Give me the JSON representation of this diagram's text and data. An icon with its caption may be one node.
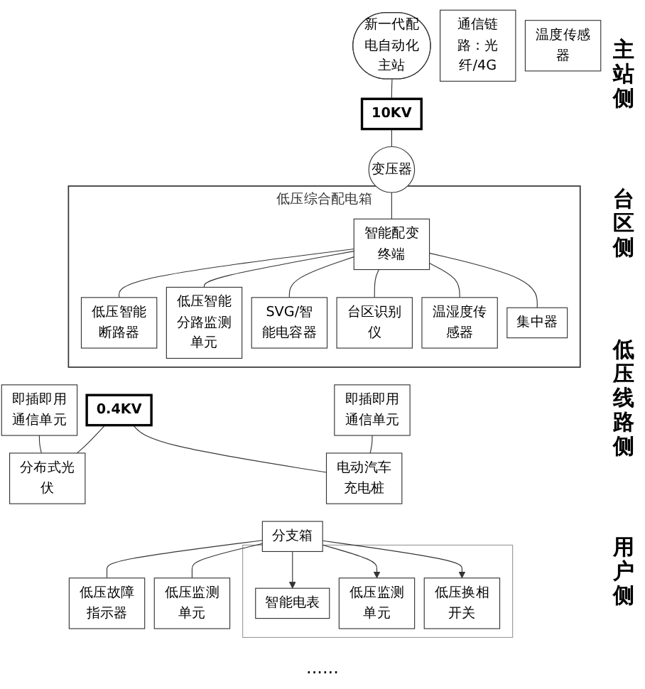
{
  "diagram": {
    "nodes": [
      {
        "text": [
          "新一代配电自动化主站"
        ]
      },
      {
        "text": [
          "通信链路：光纤/4G"
        ]
      },
      {
        "text": [
          "10KV"
        ]
      },
      {
        "text": [
          "变压器"
        ]
      },
      {
        "text": [
          "温度传感器"
        ]
      },
      {
        "text": [
          "低压综合配电箱"
        ]
      },
      {
        "text": [
          "低压智能断路器"
        ],
        "in": 5
      },
      {
        "text": [
          "低压智能分路监测单元"
        ],
        "in": 5
      },
      {
        "text": [
          "智能配变终端"
        ],
        "in": 5
      },
      {
        "text": [
          "SVG/智能电容器"
        ],
        "in": 5
      },
      {
        "text": [
          "台区识别仪"
        ],
        "in": 5
      },
      {
        "text": [
          "温湿度传感器"
        ],
        "in": 5
      },
      {
        "text": [
          "集中器"
        ],
        "in": 5
      },
      {
        "text": [
          "0.4KV"
        ]
      },
      {
        "text": [
          "分支箱"
        ]
      },
      {
        "text": [
          "低压故障指示器"
        ]
      },
      {
        "text": [
          "低压监测单元"
        ]
      },
      {
        "text": [
          "即插即用通信单元"
        ]
      },
      {
        "text": [
          "即插即用通信单元"
        ]
      },
      {
        "text": [
          "电动汽车充电桩"
        ]
      },
      {
        "text": [],
        "shape": "box"
      },
      {
        "text": [
          "智能电表"
        ],
        "in": 20
      },
      {
        "text": [
          "低压监测单元"
        ],
        "in": 20
      },
      {
        "text": [
          "低压换相开关"
        ],
        "in": 20
      },
      {
        "text": [
          "分布式光伏"
        ]
      }
    ],
    "edges": [
      {
        "from": 0,
        "to": 2,
        "arrow": "none"
      },
      {
        "from": 2,
        "to": 3,
        "arrow": "none"
      },
      {
        "from": 3,
        "to": 8,
        "arrow": "none"
      },
      {
        "from": 8,
        "to": 6,
        "arrow": "none"
      },
      {
        "from": 8,
        "to": 7,
        "arrow": "none"
      },
      {
        "from": 8,
        "to": 9,
        "arrow": "none"
      },
      {
        "from": 8,
        "to": 10,
        "arrow": "none"
      },
      {
        "from": 8,
        "to": 11,
        "arrow": "none"
      },
      {
        "from": 8,
        "to": 12,
        "arrow": "none"
      },
      {
        "from": 13,
        "to": 24,
        "arrow": "none"
      },
      {
        "from": 17,
        "to": 24,
        "arrow": "none"
      },
      {
        "from": 13,
        "to": 19,
        "arrow": "none"
      },
      {
        "from": 18,
        "to": 19,
        "arrow": "none"
      },
      {
        "from": 14,
        "to": 15,
        "arrow": "none"
      },
      {
        "from": 14,
        "to": 16,
        "arrow": "none"
      },
      {
        "from": 14,
        "to": 21,
        "arrow": "to"
      },
      {
        "from": 14,
        "to": 22,
        "arrow": "to"
      },
      {
        "from": 14,
        "to": 23,
        "arrow": "to"
      }
    ],
    "labels": [
      "主站侧",
      "台区侧",
      "低压线路侧",
      "用户侧",
      "......"
    ]
  }
}
